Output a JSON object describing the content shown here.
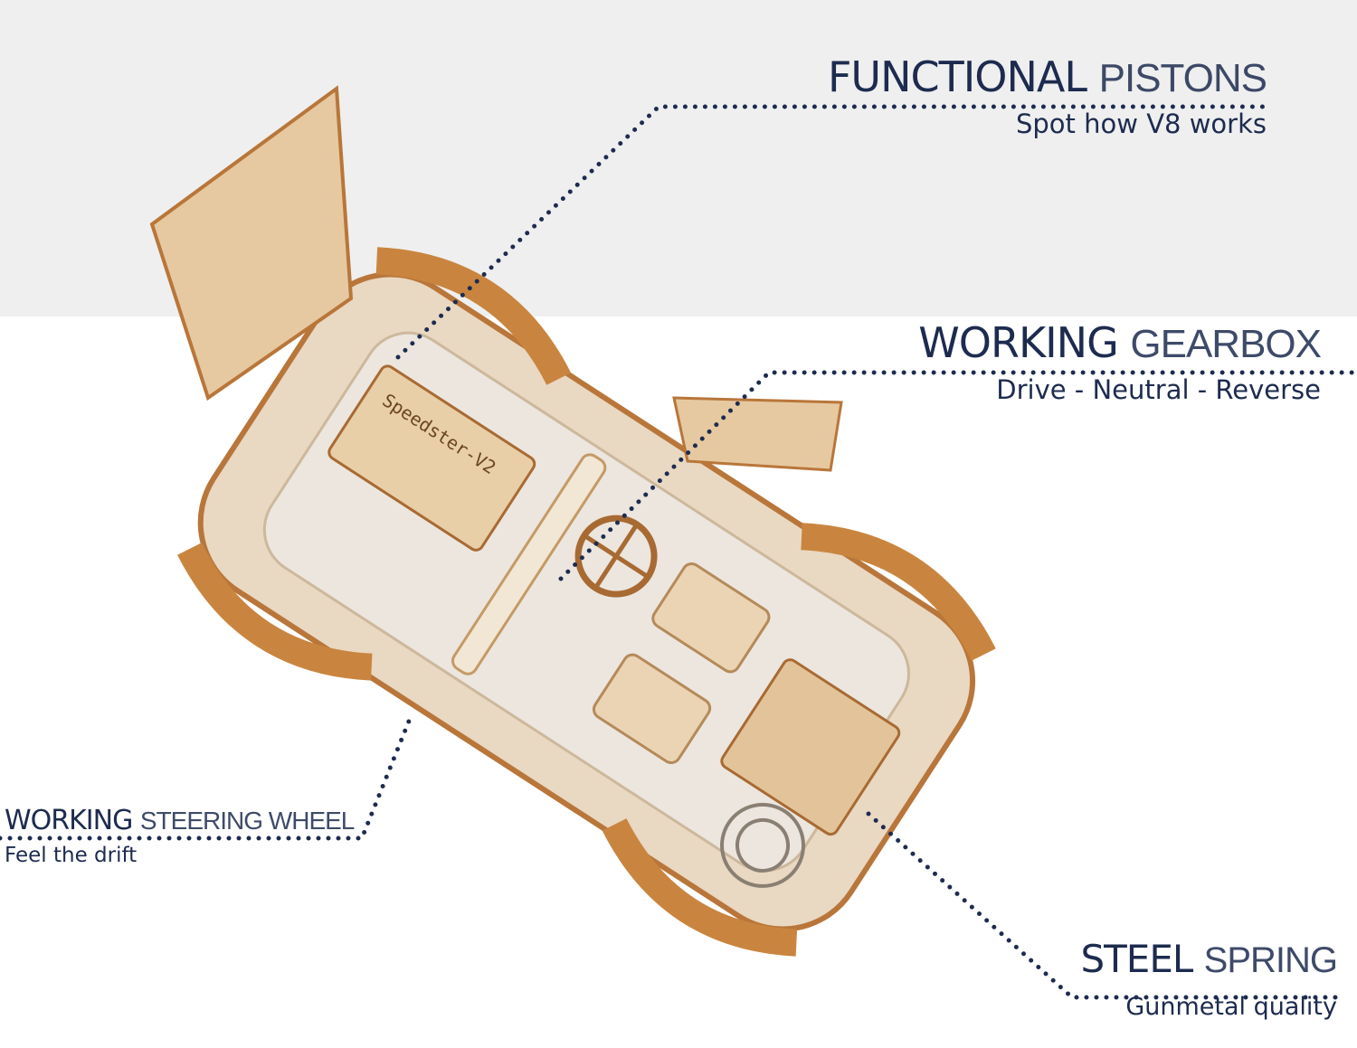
{
  "callouts": {
    "pistons": {
      "bold": "FUNCTIONAL",
      "light": "PISTONS",
      "subtitle": "Spot how V8 works"
    },
    "gearbox": {
      "bold": "WORKING",
      "light": "GEARBOX",
      "subtitle": "Drive - Neutral - Reverse"
    },
    "steering": {
      "bold": "WORKING",
      "light": "STEERING WHEEL",
      "subtitle": "Feel the drift"
    },
    "spring": {
      "bold": "STEEL",
      "light": "SPRING",
      "subtitle": "Gunmetal quality"
    }
  },
  "product": {
    "engine_label": "Speedster-V2"
  },
  "colors": {
    "text": "#1d2b4f",
    "wood": "#e6c9a0",
    "wood_dark": "#b9763a",
    "background_top": "#efefef"
  }
}
